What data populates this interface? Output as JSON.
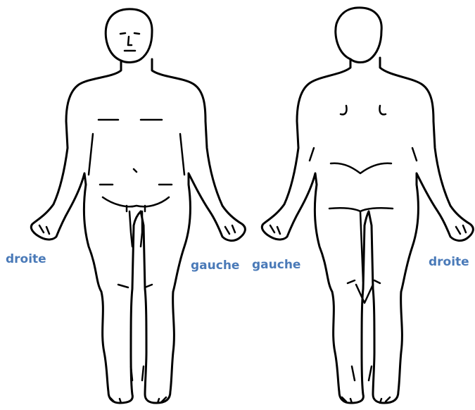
{
  "labels": {
    "front_right": "droite",
    "front_left": "gauche",
    "back_left": "gauche",
    "back_right": "droite"
  },
  "colors": {
    "label": "#4a7ab8",
    "outline": "#000000",
    "background": "#ffffff"
  }
}
